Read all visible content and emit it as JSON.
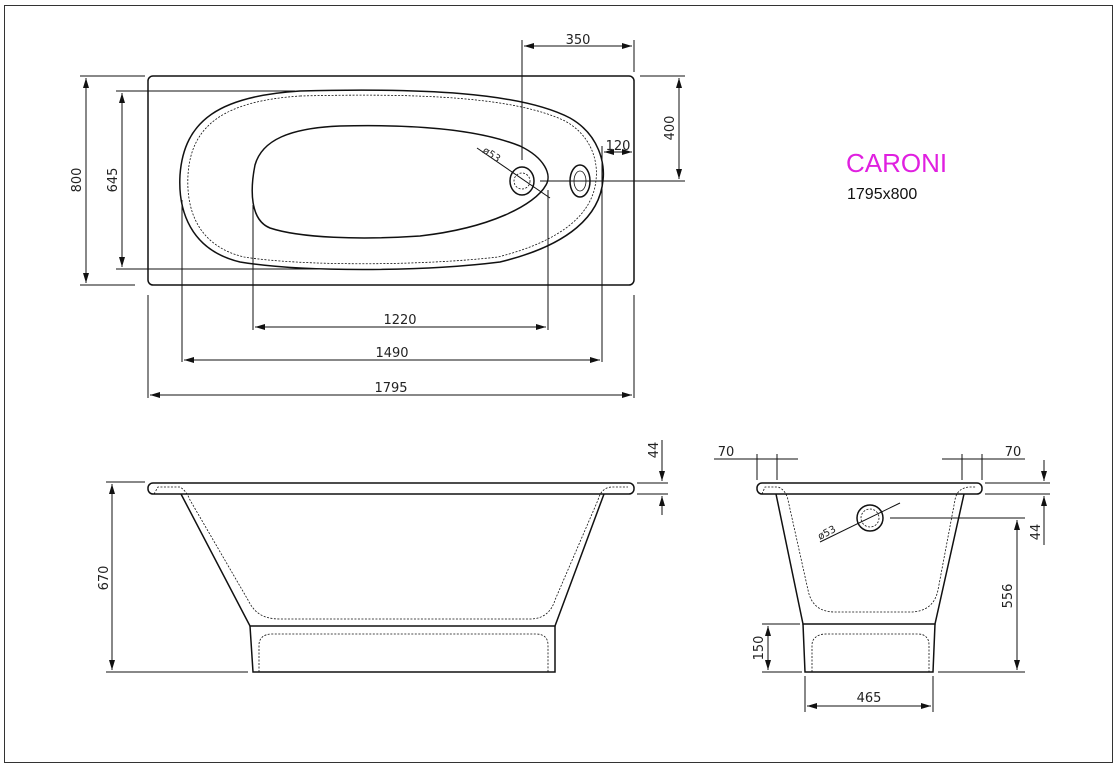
{
  "product": {
    "name": "CARONI",
    "size": "1795x800",
    "name_color": "#e020e0"
  },
  "top_view": {
    "dimensions": {
      "overall_length": "1795",
      "overall_width": "800",
      "inner_width": "645",
      "inner_length": "1490",
      "bottom_length": "1220",
      "drain_offset": "350",
      "drain_center_height": "400",
      "overflow_offset": "120",
      "drain_diameter": "ø53"
    }
  },
  "side_view": {
    "dimensions": {
      "total_height": "670",
      "rim_thickness": "44"
    }
  },
  "end_view": {
    "dimensions": {
      "rim_left": "70",
      "rim_right": "70",
      "rim_thickness": "44",
      "drain_height": "556",
      "base_height": "150",
      "base_width": "465",
      "overflow_diameter": "ø53"
    }
  }
}
